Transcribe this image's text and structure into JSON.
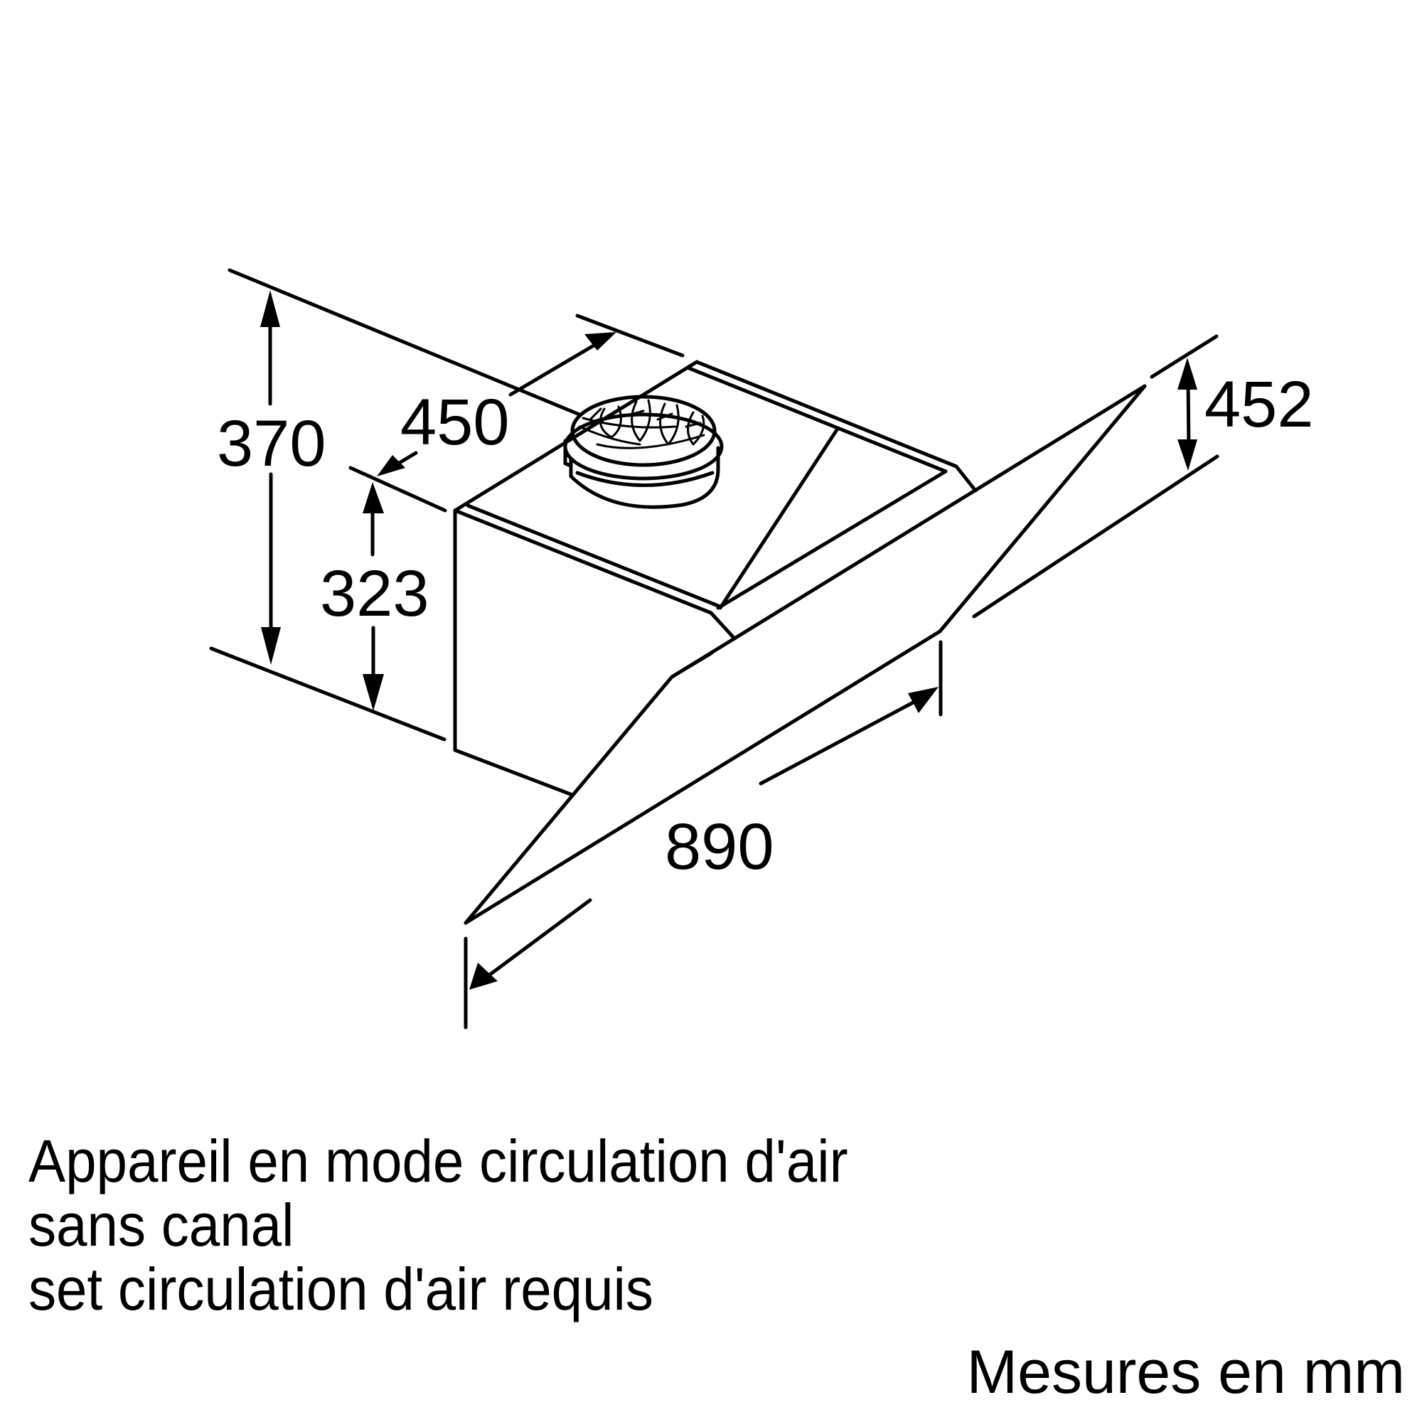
{
  "diagram": {
    "subject": "Wall-mounted cooker hood, dimensioned isometric drawing",
    "dimensions": {
      "total_height": "370",
      "depth": "450",
      "chimney_height": "323",
      "width": "890",
      "glass_panel_height": "452"
    }
  },
  "caption": {
    "lines": [
      "Appareil en mode circulation d'air",
      "sans canal",
      "set circulation d'air requis"
    ]
  },
  "units_note": "Mesures en mm",
  "colors": {
    "line": "#000000",
    "background": "#ffffff"
  }
}
